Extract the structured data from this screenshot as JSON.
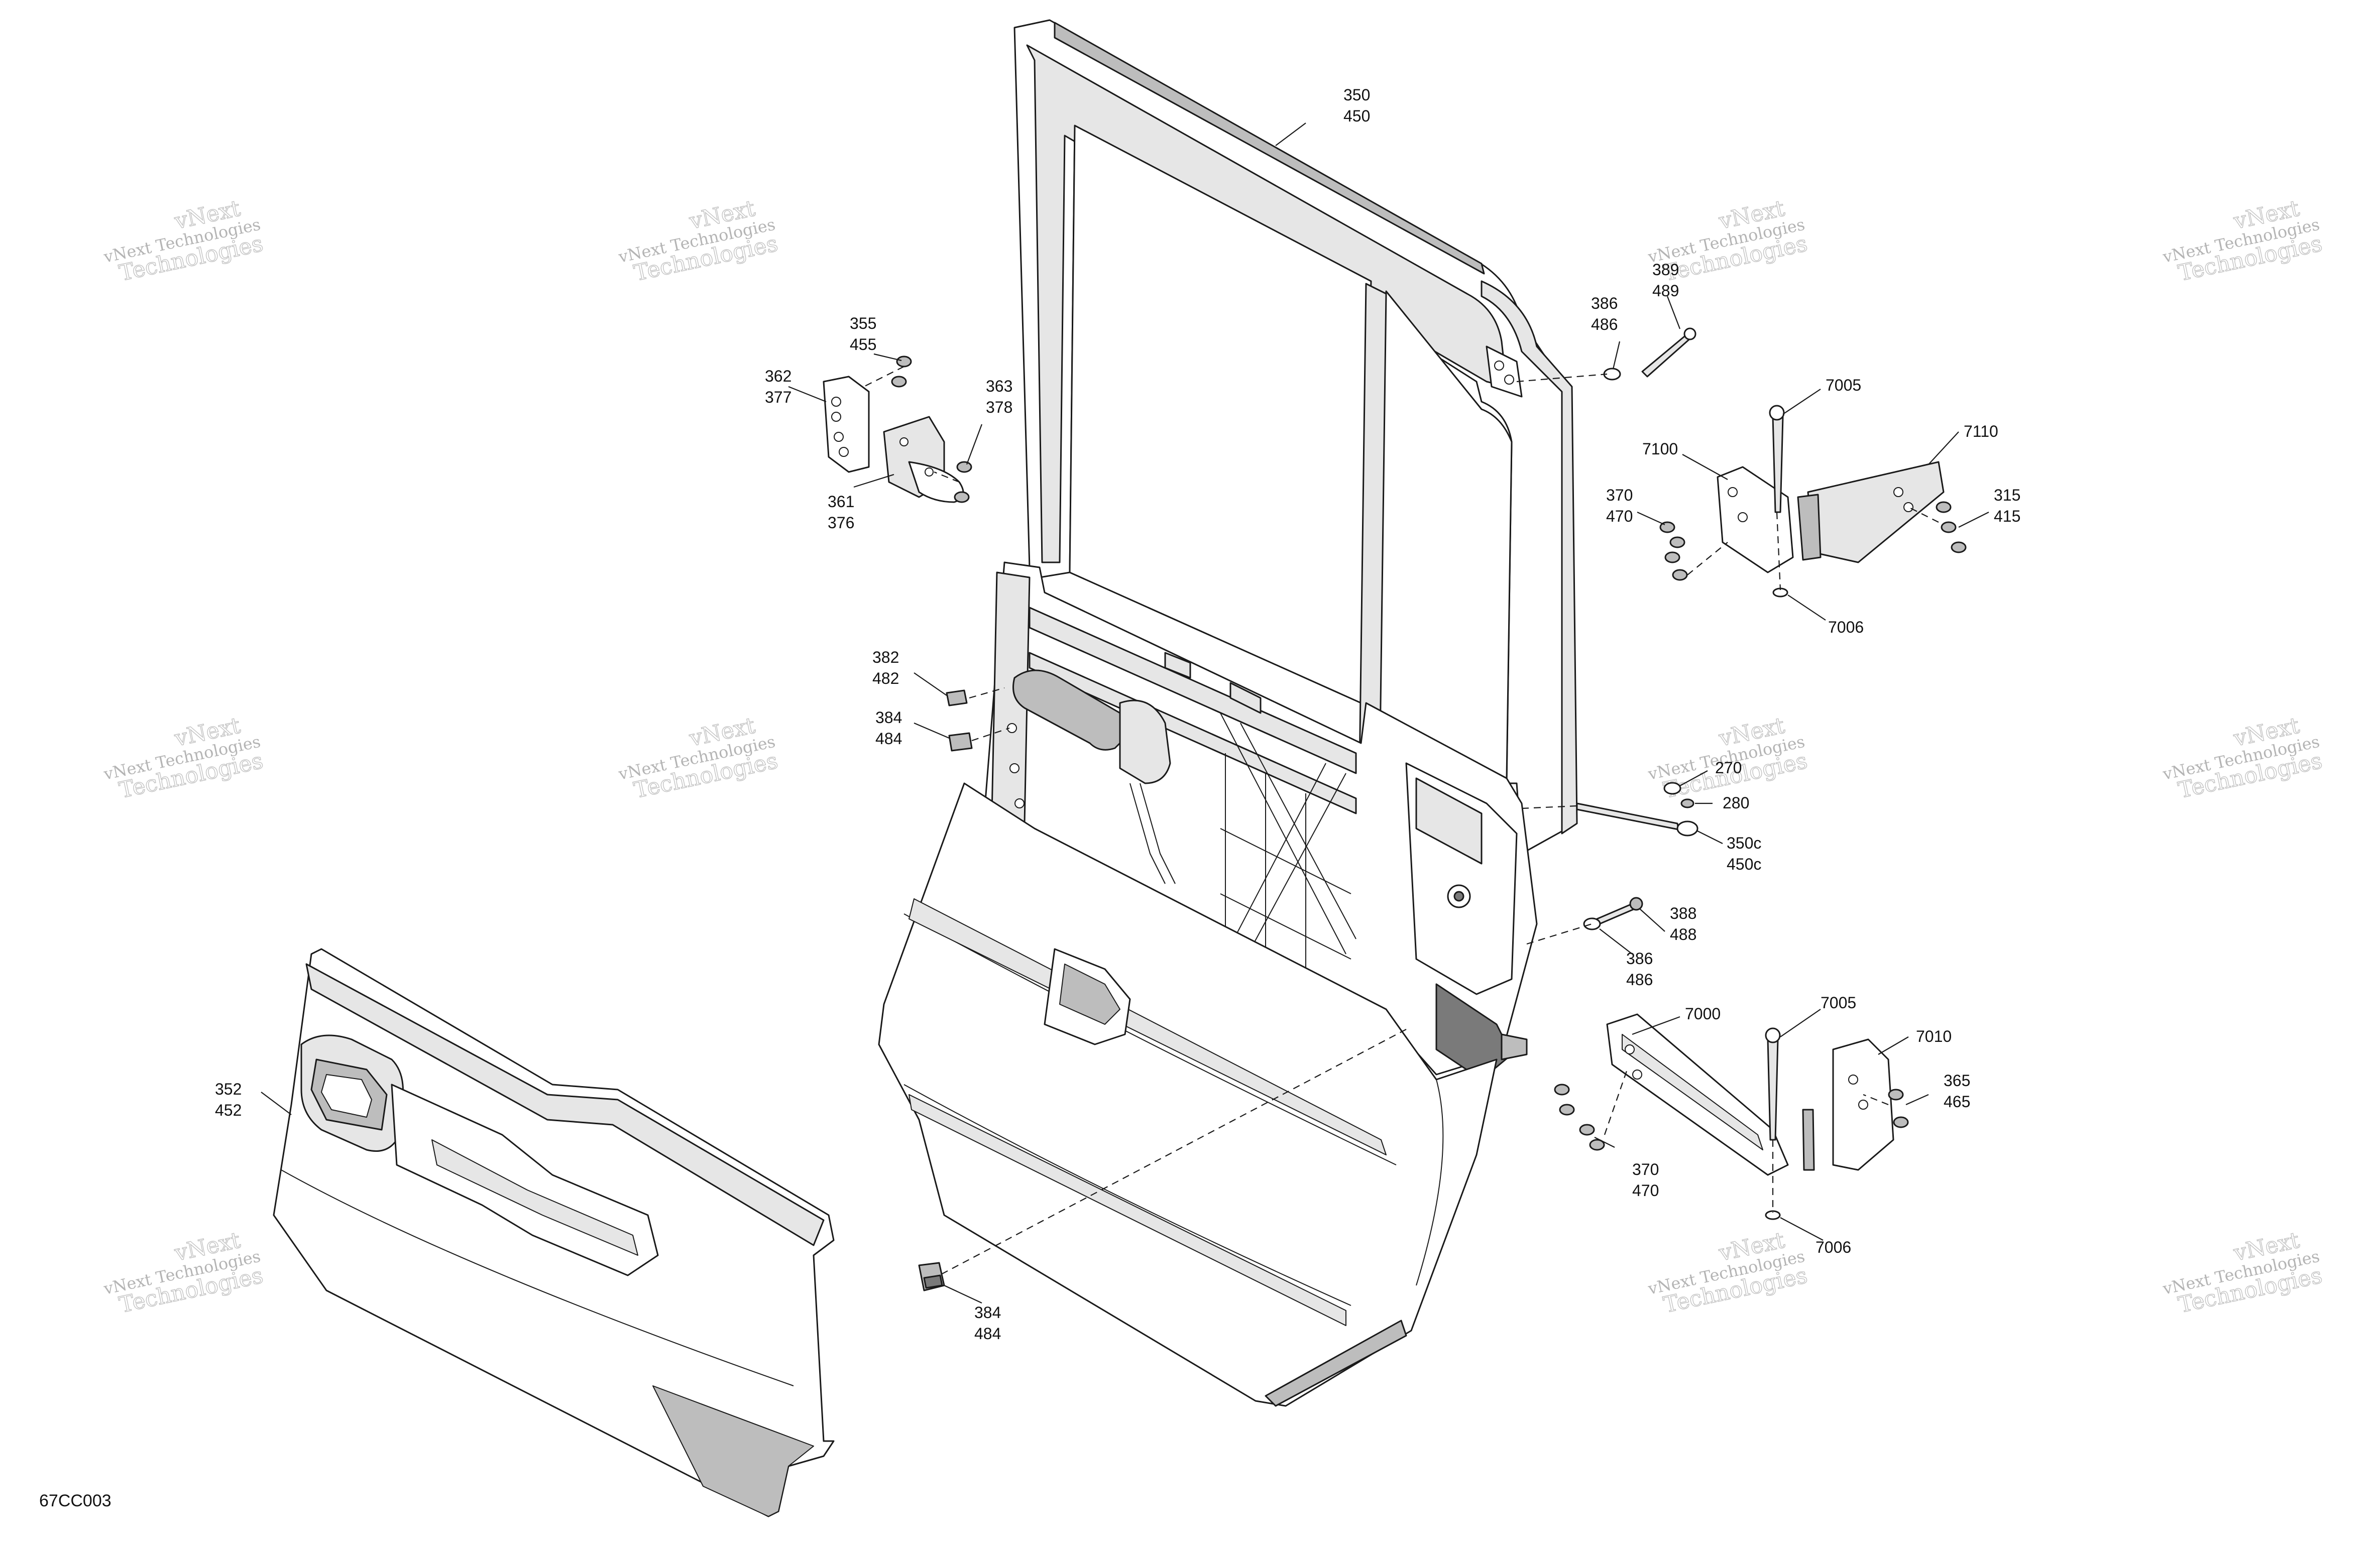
{
  "document": {
    "code": "67CC003"
  },
  "watermark": {
    "line1": "vNext Technologies",
    "line2": "vNext",
    "line3": "Technologies"
  },
  "callouts": [
    {
      "id": "c-350",
      "lines": [
        "350",
        "450"
      ]
    },
    {
      "id": "c-355",
      "lines": [
        "355",
        "455"
      ]
    },
    {
      "id": "c-362",
      "lines": [
        "362",
        "377"
      ]
    },
    {
      "id": "c-363",
      "lines": [
        "363",
        "378"
      ]
    },
    {
      "id": "c-361",
      "lines": [
        "361",
        "376"
      ]
    },
    {
      "id": "c-386-top",
      "lines": [
        "386",
        "486"
      ]
    },
    {
      "id": "c-389",
      "lines": [
        "389",
        "489"
      ]
    },
    {
      "id": "c-7005-top",
      "lines": [
        "7005"
      ]
    },
    {
      "id": "c-7100",
      "lines": [
        "7100"
      ]
    },
    {
      "id": "c-7110",
      "lines": [
        "7110"
      ]
    },
    {
      "id": "c-370-top",
      "lines": [
        "370",
        "470"
      ]
    },
    {
      "id": "c-315",
      "lines": [
        "315",
        "415"
      ]
    },
    {
      "id": "c-7006-top",
      "lines": [
        "7006"
      ]
    },
    {
      "id": "c-382",
      "lines": [
        "382",
        "482"
      ]
    },
    {
      "id": "c-384-top",
      "lines": [
        "384",
        "484"
      ]
    },
    {
      "id": "c-270",
      "lines": [
        "270"
      ]
    },
    {
      "id": "c-280",
      "lines": [
        "280"
      ]
    },
    {
      "id": "c-350c",
      "lines": [
        "350c",
        "450c"
      ]
    },
    {
      "id": "c-388",
      "lines": [
        "388",
        "488"
      ]
    },
    {
      "id": "c-386-mid",
      "lines": [
        "386",
        "486"
      ]
    },
    {
      "id": "c-7000",
      "lines": [
        "7000"
      ]
    },
    {
      "id": "c-7005-bot",
      "lines": [
        "7005"
      ]
    },
    {
      "id": "c-7010",
      "lines": [
        "7010"
      ]
    },
    {
      "id": "c-365",
      "lines": [
        "365",
        "465"
      ]
    },
    {
      "id": "c-352",
      "lines": [
        "352",
        "452"
      ]
    },
    {
      "id": "c-370-bot",
      "lines": [
        "370",
        "470"
      ]
    },
    {
      "id": "c-7006-bot",
      "lines": [
        "7006"
      ]
    },
    {
      "id": "c-384-bot",
      "lines": [
        "384",
        "484"
      ]
    }
  ]
}
